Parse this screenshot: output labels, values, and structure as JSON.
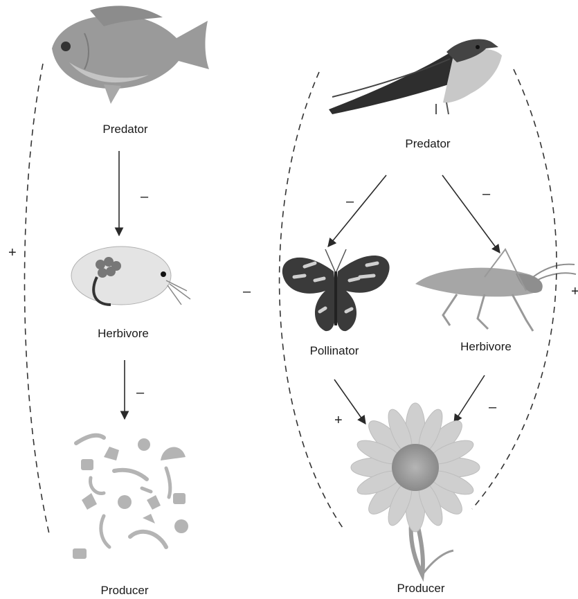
{
  "left_chain": {
    "predator": {
      "label": "Predator",
      "icon": "fish-icon"
    },
    "herbivore": {
      "label": "Herbivore",
      "icon": "water-flea-icon"
    },
    "producer": {
      "label": "Producer",
      "icon": "phytoplankton-icon"
    },
    "edges": {
      "predator_to_herbivore": "–",
      "herbivore_to_producer": "–",
      "predator_to_producer_indirect": "+"
    }
  },
  "right_web": {
    "predator": {
      "label": "Predator",
      "icon": "swallow-bird-icon"
    },
    "pollinator": {
      "label": "Pollinator",
      "icon": "butterfly-icon"
    },
    "herbivore": {
      "label": "Herbivore",
      "icon": "grasshopper-icon"
    },
    "producer": {
      "label": "Producer",
      "icon": "daisy-flower-icon"
    },
    "edges": {
      "predator_to_pollinator": "–",
      "predator_to_herbivore": "–",
      "pollinator_to_producer": "+",
      "herbivore_to_producer": "–",
      "predator_to_producer_via_pollinator": "–",
      "predator_to_producer_via_herbivore": "+"
    }
  }
}
